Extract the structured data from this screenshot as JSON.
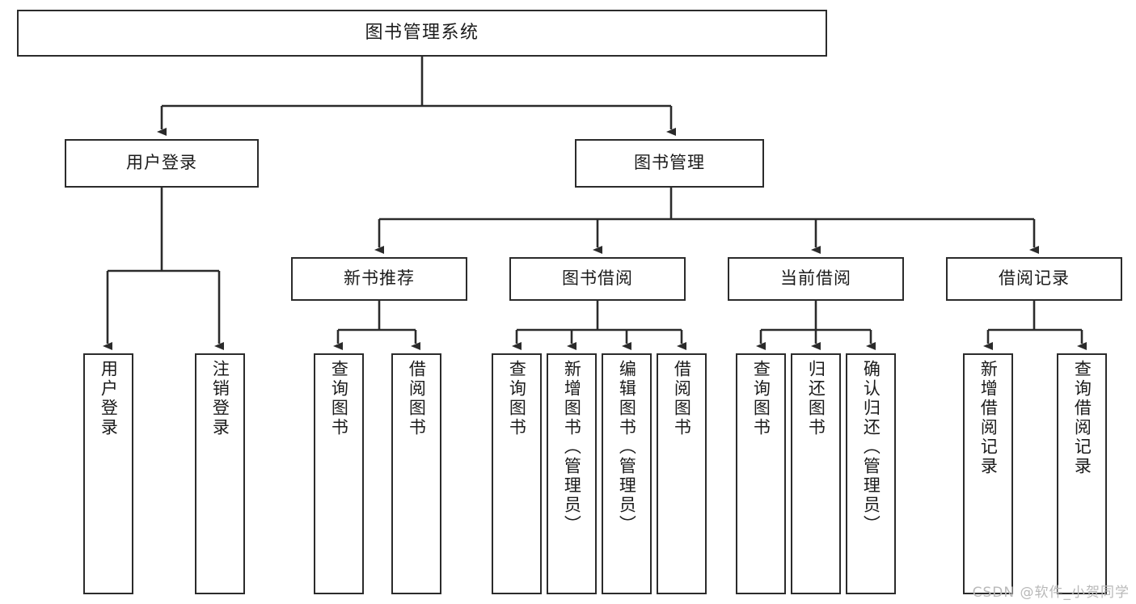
{
  "diagram": {
    "type": "tree-hierarchy",
    "title": "图书管理系统",
    "orientation": "top-down",
    "colors": {
      "box_border": "#2b2b2b",
      "box_fill": "#ffffff",
      "connector": "#2b2b2b",
      "text": "#1b1b1b",
      "watermark": "#b9b9b9",
      "background": "#ffffff"
    },
    "watermark": "CSDN @软件_小贺同学"
  },
  "nodes": {
    "root": {
      "label": "图书管理系统"
    },
    "level2": [
      {
        "label": "用户登录"
      },
      {
        "label": "图书管理"
      }
    ],
    "level3": [
      {
        "label": "新书推荐"
      },
      {
        "label": "图书借阅"
      },
      {
        "label": "当前借阅"
      },
      {
        "label": "借阅记录"
      }
    ],
    "leaves": {
      "user_login": [
        {
          "label": "用户登录"
        },
        {
          "label": "注销登录"
        }
      ],
      "new_book_recommend": [
        {
          "label": "查询图书"
        },
        {
          "label": "借阅图书"
        }
      ],
      "book_borrow": [
        {
          "label": "查询图书"
        },
        {
          "label": "新增图书（管理员）"
        },
        {
          "label": "编辑图书（管理员）"
        },
        {
          "label": "借阅图书"
        }
      ],
      "current_borrow": [
        {
          "label": "查询图书"
        },
        {
          "label": "归还图书"
        },
        {
          "label": "确认归还（管理员）"
        }
      ],
      "borrow_record": [
        {
          "label": "新增借阅记录"
        },
        {
          "label": "查询借阅记录"
        }
      ]
    }
  }
}
